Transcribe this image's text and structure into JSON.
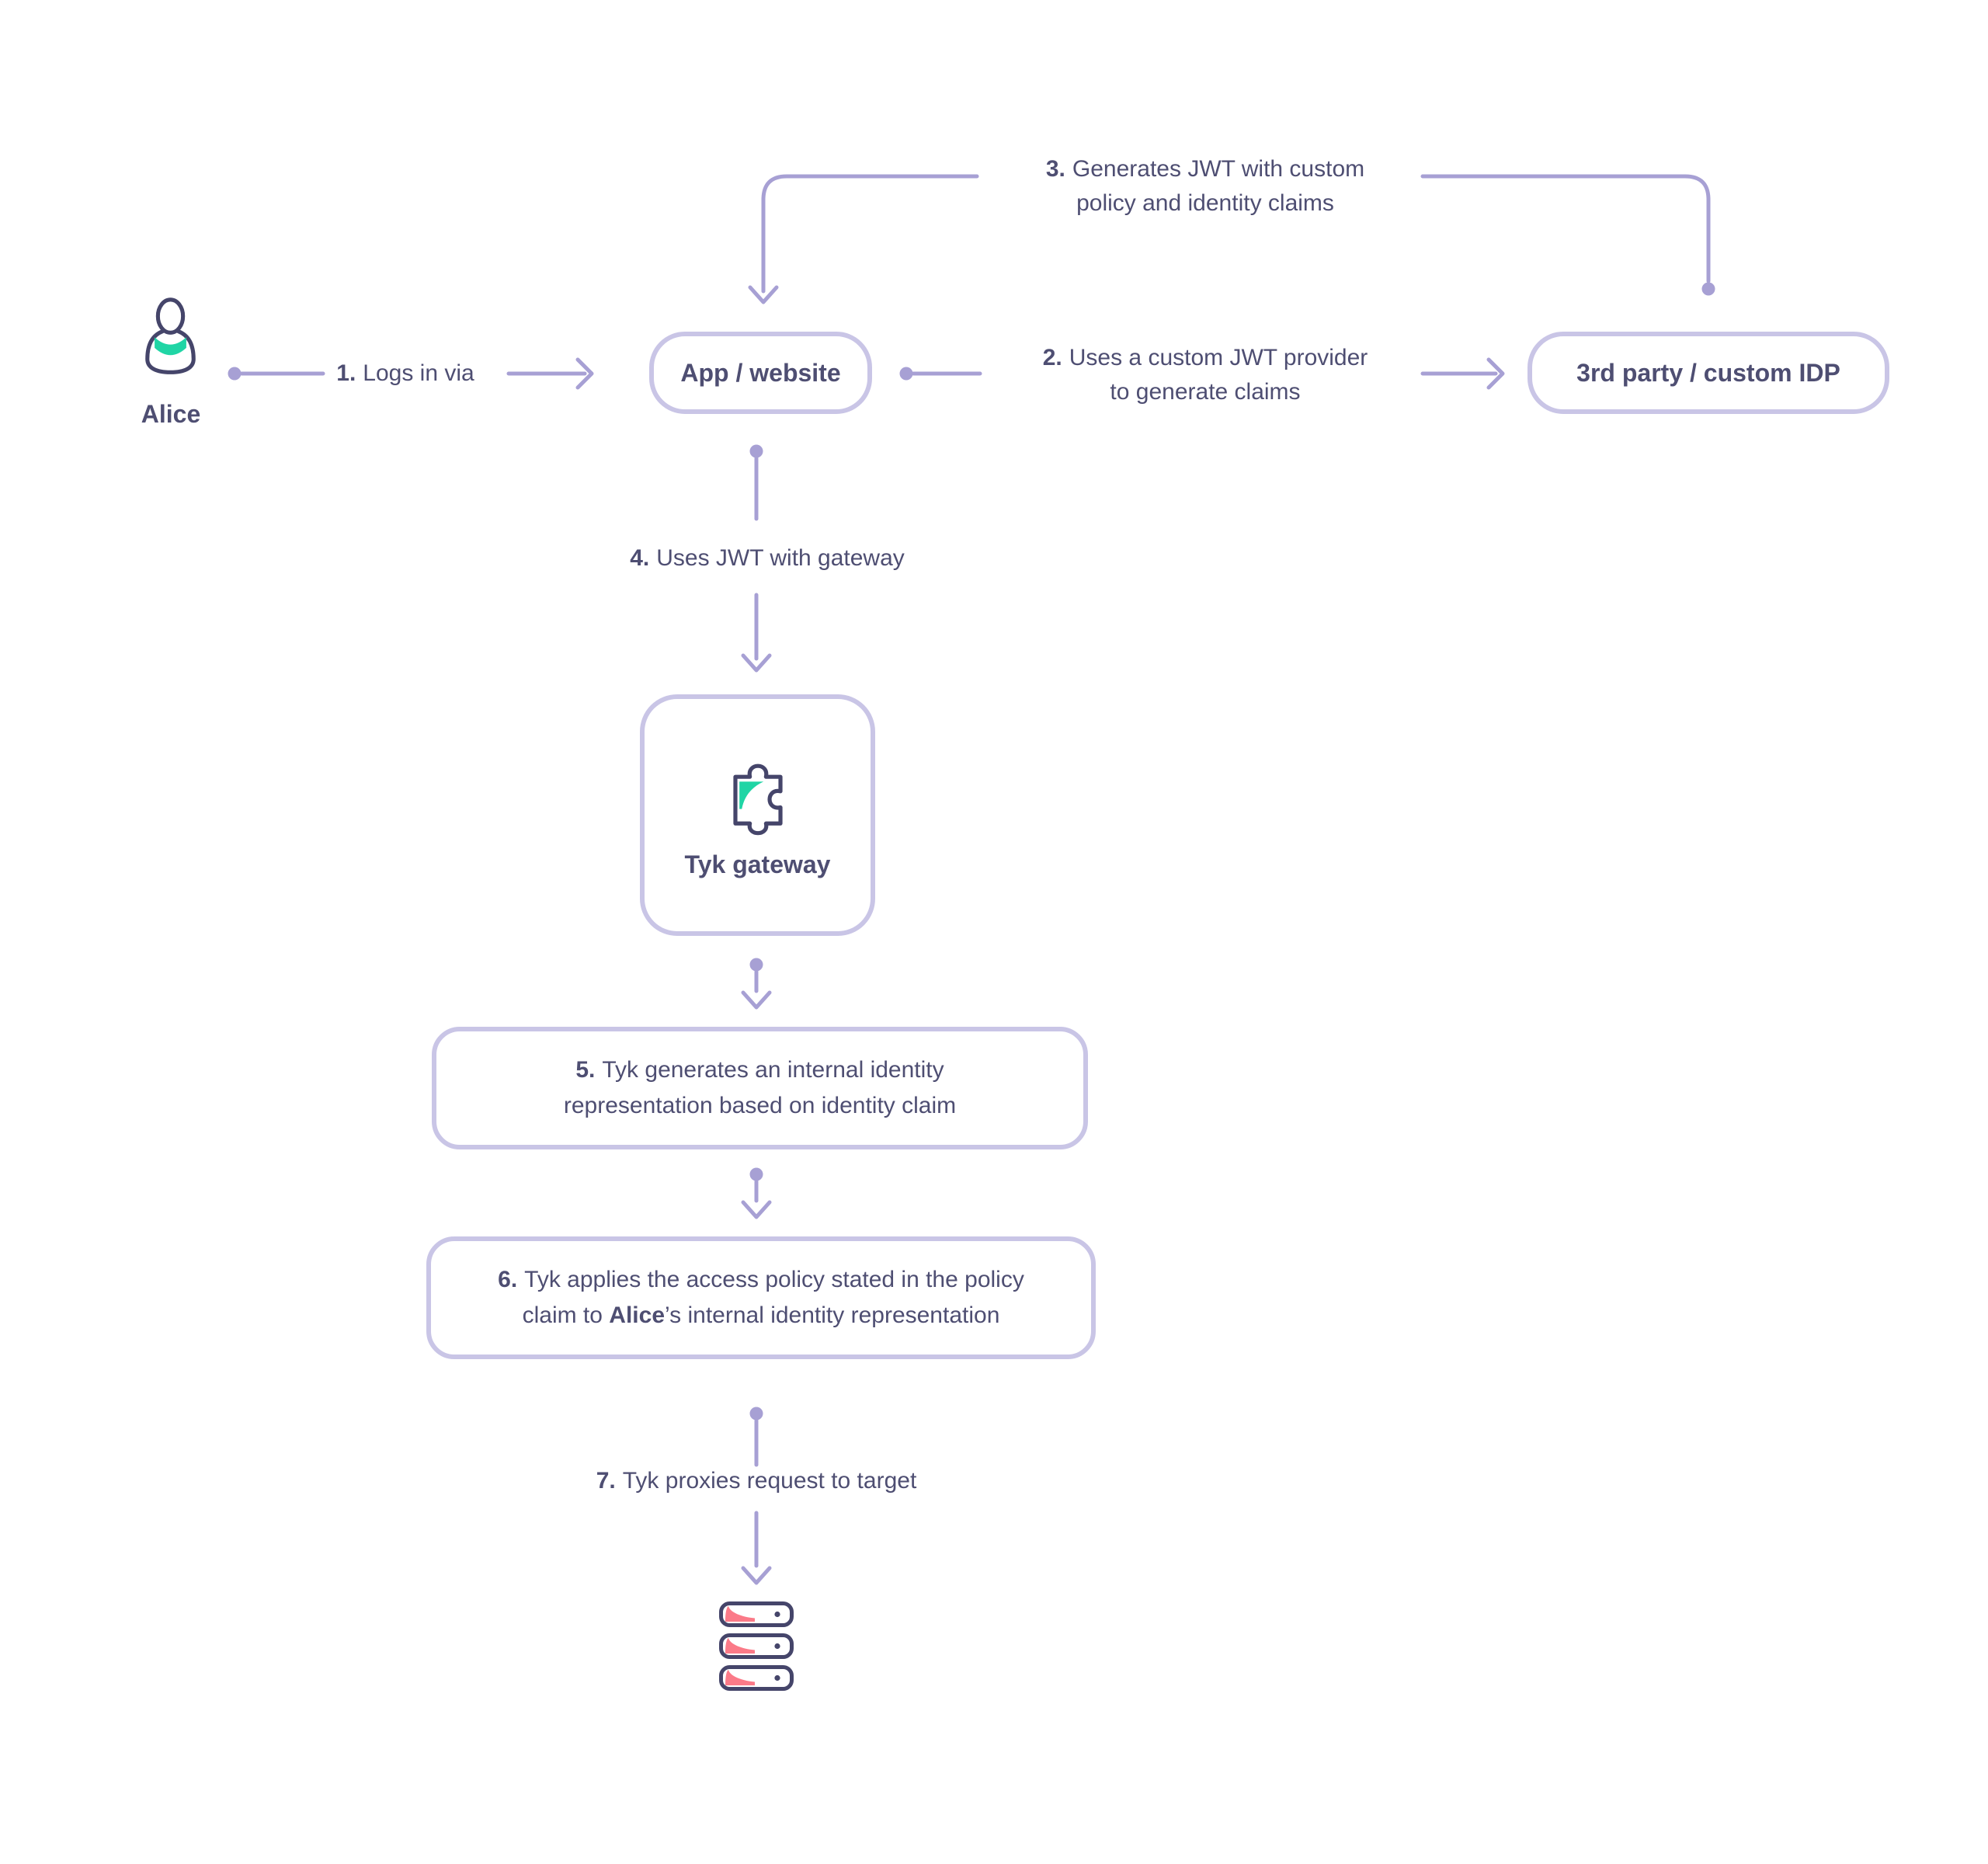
{
  "colors": {
    "background": "#ffffff",
    "connector_line": "#a7a0d4",
    "node_border": "#c9c5e6",
    "text": "#4e4e72",
    "accent_teal": "#20d5a5",
    "accent_pink": "#fb7a88",
    "icon_outline": "#45456a"
  },
  "nodes": {
    "alice": {
      "label": "Alice",
      "icon": "person-icon"
    },
    "app_website": {
      "label": "App / website"
    },
    "idp": {
      "label": "3rd party / custom IDP"
    },
    "tyk_gateway": {
      "label": "Tyk gateway",
      "icon": "puzzle-icon"
    },
    "target_servers": {
      "icon": "server-stack-icon"
    }
  },
  "steps": {
    "step1": {
      "number": "1.",
      "text": "Logs in via"
    },
    "step2": {
      "number": "2.",
      "line1": "Uses a custom JWT provider",
      "line2": "to generate claims"
    },
    "step3": {
      "number": "3.",
      "line1": "Generates JWT with custom",
      "line2": "policy and identity claims"
    },
    "step4": {
      "number": "4.",
      "text": "Uses JWT with gateway"
    },
    "step5": {
      "number": "5.",
      "line1": "Tyk generates an internal identity",
      "line2": "representation based on identity claim"
    },
    "step6": {
      "number": "6.",
      "line1": "Tyk applies the access policy stated in the policy",
      "line2_prefix": "claim to ",
      "line2_bold": "Alice",
      "line2_suffix": "’s internal identity representation"
    },
    "step7": {
      "number": "7.",
      "text": "Tyk proxies request to target"
    }
  }
}
